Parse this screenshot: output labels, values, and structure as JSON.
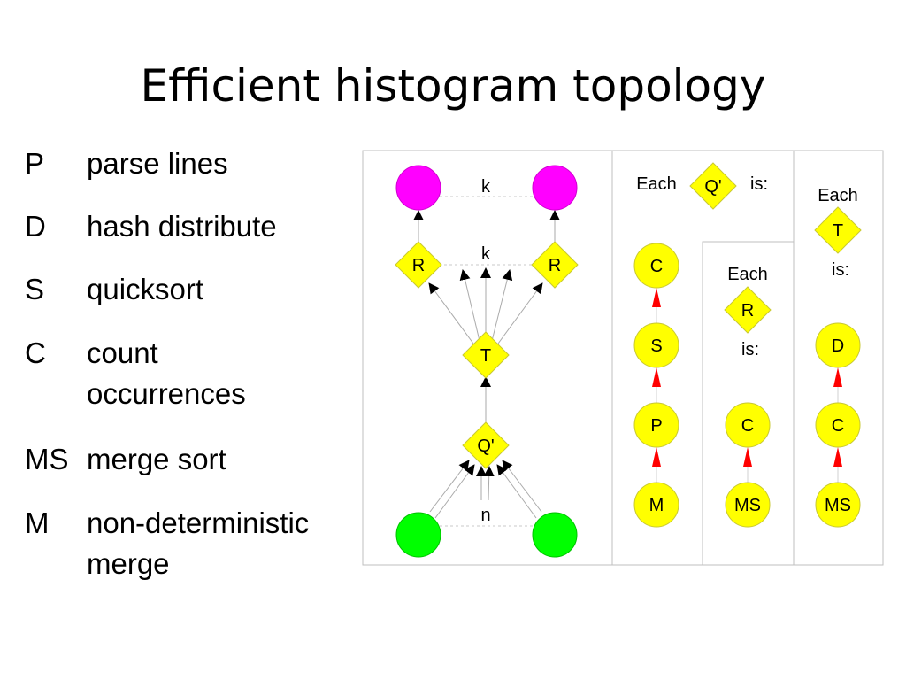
{
  "title": "Efficient histogram topology",
  "legend": [
    {
      "code": "P",
      "desc": "parse lines"
    },
    {
      "code": "D",
      "desc": "hash distribute"
    },
    {
      "code": "S",
      "desc": "quicksort"
    },
    {
      "code": "C",
      "desc": "count occurrences"
    },
    {
      "code": "MS",
      "desc": "merge sort"
    },
    {
      "code": "M",
      "desc": "non-deterministic merge"
    }
  ],
  "colors": {
    "sink": "#ff00ff",
    "source": "#00ff00",
    "vertex": "#ffff00",
    "vertex_stroke": "#c8c832",
    "arrow_black": "#000000",
    "arrow_red": "#ff0000",
    "panel_border": "#bfbfbf"
  },
  "graph": {
    "label_top": "k",
    "label_mid": "k",
    "label_bottom": "n",
    "node_r_left": "R",
    "node_r_right": "R",
    "node_t": "T",
    "node_q": "Q'"
  },
  "q_panel": {
    "each": "Each",
    "node": "Q'",
    "is": "is:",
    "chain": [
      "C",
      "S",
      "P",
      "M"
    ]
  },
  "r_panel": {
    "each": "Each",
    "node": "R",
    "is": "is:",
    "chain": [
      "C",
      "MS"
    ]
  },
  "t_panel": {
    "each": "Each",
    "node": "T",
    "is": "is:",
    "chain": [
      "D",
      "C",
      "MS"
    ]
  }
}
